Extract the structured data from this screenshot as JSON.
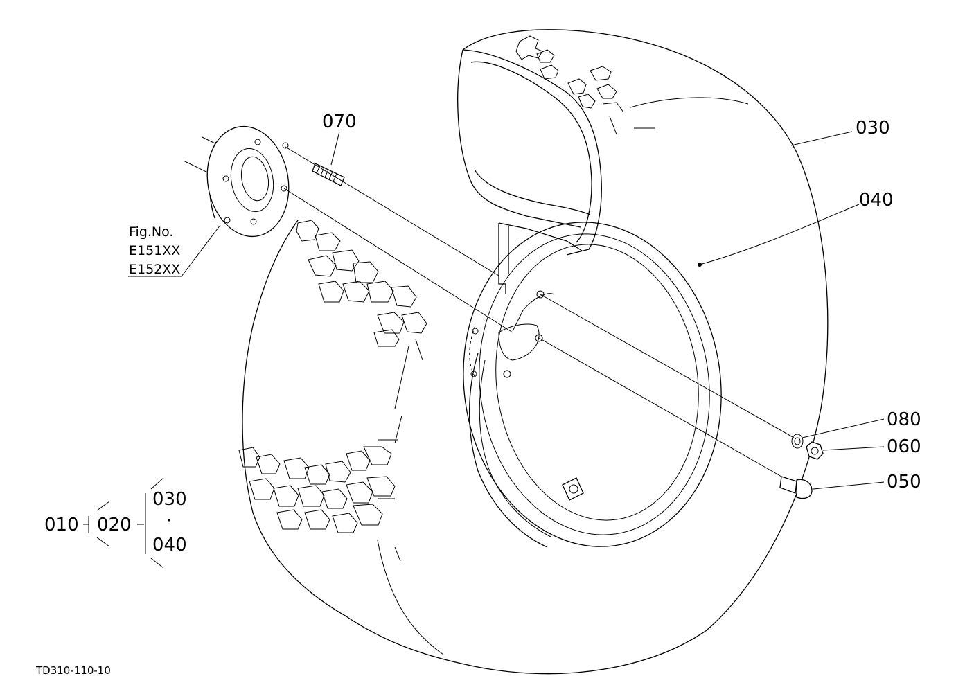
{
  "callouts": {
    "c070": "070",
    "c030": "030",
    "c040": "040",
    "c080": "080",
    "c060": "060",
    "c050": "050"
  },
  "fig_ref": {
    "title": "Fig.No.",
    "line1": "E151XX",
    "line2": "E152XX"
  },
  "hierarchy": {
    "root": "010",
    "child": "020",
    "top": "030",
    "dot": "·",
    "bottom": "040"
  },
  "diagram_code": "TD310-110-10"
}
